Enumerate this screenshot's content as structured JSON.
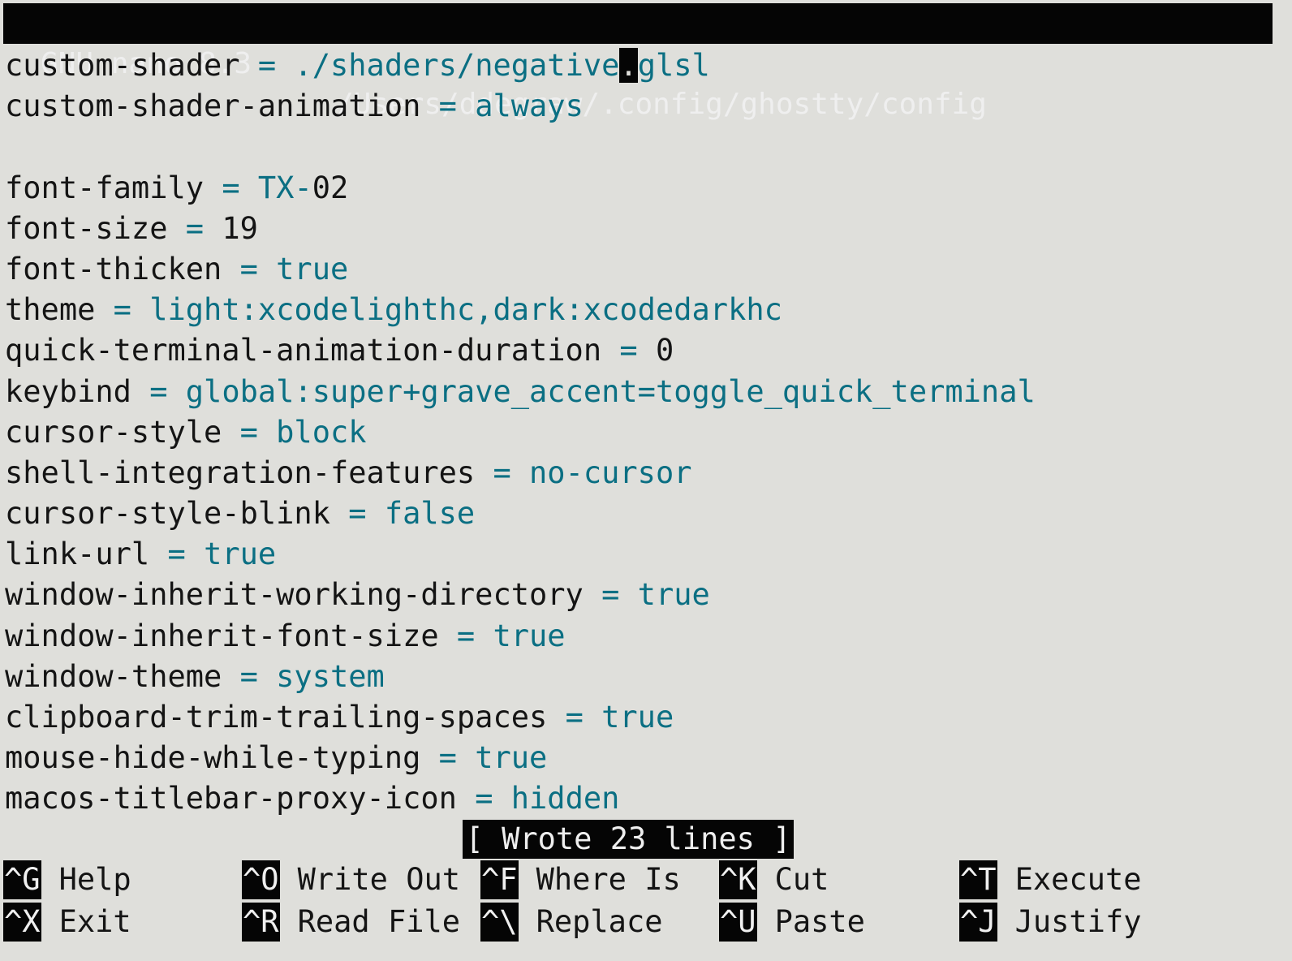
{
  "titlebar": {
    "app": "GNU nano 8.3",
    "path": "/Users/ddegraw/.config/ghostty/config"
  },
  "editor": {
    "lines": [
      {
        "key": "custom-shader",
        "eq": "=",
        "val_before_cursor": "./shaders/negative",
        "cursor": ".",
        "val_after_cursor": "glsl"
      },
      {
        "key": "custom-shader-animation",
        "eq": "=",
        "val": "always"
      },
      {
        "blank": true
      },
      {
        "key": "font-family",
        "eq": "=",
        "val": "TX-",
        "num": "02"
      },
      {
        "key": "font-size",
        "eq": "=",
        "num": "19"
      },
      {
        "key": "font-thicken",
        "eq": "=",
        "val": "true"
      },
      {
        "key": "theme",
        "eq": "=",
        "val": "light:xcodelighthc,dark:xcodedarkhc"
      },
      {
        "key": "quick-terminal-animation-duration",
        "eq": "=",
        "num": "0"
      },
      {
        "key": "keybind",
        "eq": "=",
        "val": "global:super+grave_accent=toggle_quick_terminal"
      },
      {
        "key": "cursor-style",
        "eq": "=",
        "val": "block"
      },
      {
        "key": "shell-integration-features",
        "eq": "=",
        "val": "no-cursor"
      },
      {
        "key": "cursor-style-blink",
        "eq": "=",
        "val": "false"
      },
      {
        "key": "link-url",
        "eq": "=",
        "val": "true"
      },
      {
        "key": "window-inherit-working-directory",
        "eq": "=",
        "val": "true"
      },
      {
        "key": "window-inherit-font-size",
        "eq": "=",
        "val": "true"
      },
      {
        "key": "window-theme",
        "eq": "=",
        "val": "system"
      },
      {
        "key": "clipboard-trim-trailing-spaces",
        "eq": "=",
        "val": "true"
      },
      {
        "key": "mouse-hide-while-typing",
        "eq": "=",
        "val": "true"
      },
      {
        "key": "macos-titlebar-proxy-icon",
        "eq": "=",
        "val": "hidden"
      }
    ]
  },
  "status": {
    "message": "[ Wrote 23 lines ]"
  },
  "shortcuts": [
    {
      "combo": "^G",
      "label": "Help"
    },
    {
      "combo": "^O",
      "label": "Write Out"
    },
    {
      "combo": "^F",
      "label": "Where Is"
    },
    {
      "combo": "^K",
      "label": "Cut"
    },
    {
      "combo": "^T",
      "label": "Execute"
    },
    {
      "combo": "^X",
      "label": "Exit"
    },
    {
      "combo": "^R",
      "label": "Read File"
    },
    {
      "combo": "^\\",
      "label": "Replace"
    },
    {
      "combo": "^U",
      "label": "Paste"
    },
    {
      "combo": "^J",
      "label": "Justify"
    }
  ],
  "colors": {
    "background": "#dfdfdb",
    "foreground": "#141414",
    "value": "#0b6f83",
    "inverse_bg": "#050505",
    "inverse_fg": "#efefef"
  }
}
